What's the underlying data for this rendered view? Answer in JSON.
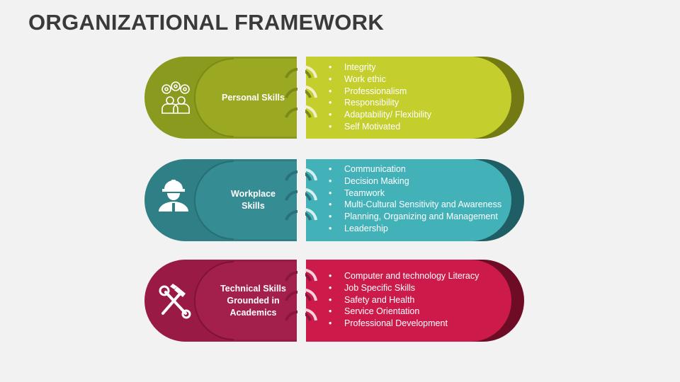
{
  "title": "ORGANIZATIONAL FRAMEWORK",
  "colors": {
    "background": "#f2f2f2",
    "title": "#3a3a3a",
    "personal_left": "#8a9a1e",
    "personal_right": "#bcc52a",
    "workplace_left": "#2f7f86",
    "workplace_right": "#40b0b6",
    "technical_left": "#991a45",
    "technical_right": "#cc1a4a"
  },
  "rows": [
    {
      "label": "Personal Skills",
      "icon": "team-gears-icon",
      "items": [
        "Integrity",
        "Work ethic",
        "Professionalism",
        "Responsibility",
        "Adaptability/ Flexibility",
        "Self Motivated"
      ]
    },
    {
      "label": "Workplace\nSkills",
      "icon": "worker-helmet-icon",
      "items": [
        "Communication",
        "Decision Making",
        "Teamwork",
        "Multi-Cultural Sensitivity and Awareness",
        "Planning, Organizing and Management",
        "Leadership"
      ]
    },
    {
      "label": "Technical Skills\nGrounded in\nAcademics",
      "icon": "hammer-wrench-icon",
      "items": [
        "Computer and technology Literacy",
        "Job Specific  Skills",
        "Safety and Health",
        "Service Orientation",
        "Professional Development"
      ]
    }
  ]
}
